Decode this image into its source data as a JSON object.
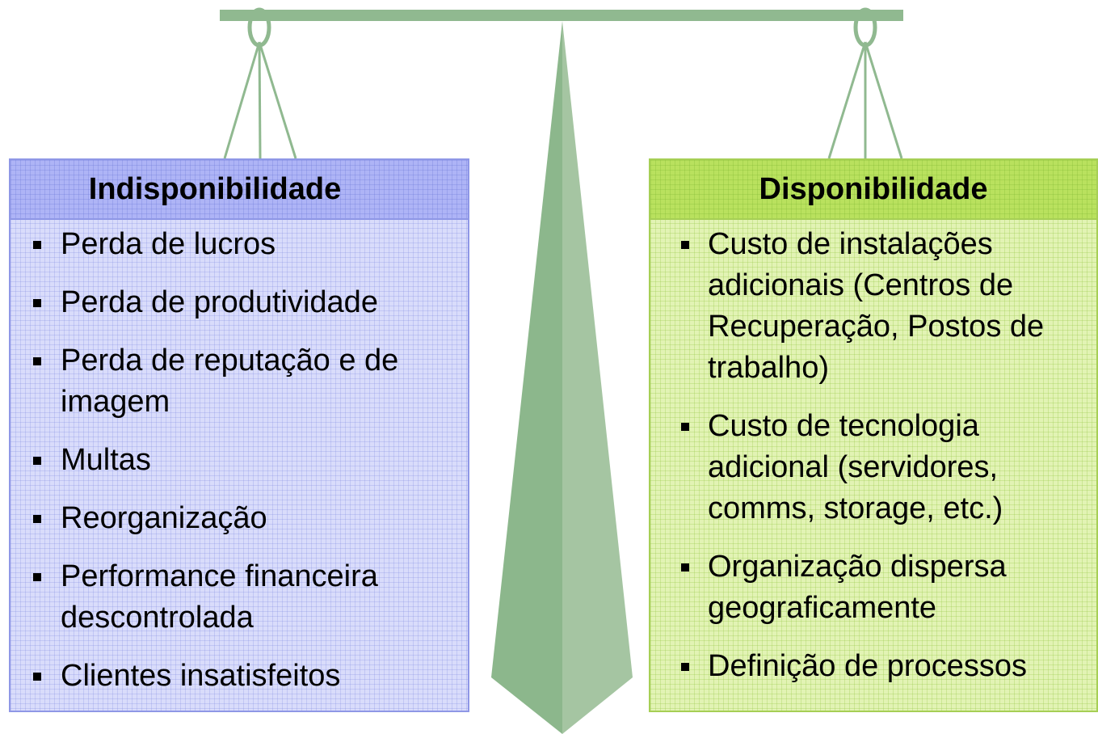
{
  "colors": {
    "left_panel_fill": "#d9dcfb",
    "left_header_fill": "#aeb4f6",
    "left_border": "#8f97e6",
    "right_panel_fill": "#e2f3b4",
    "right_header_fill": "#b9e15e",
    "right_border": "#a6cf55",
    "scale_green": "#90b990",
    "scale_green_light": "#a5c5a2"
  },
  "left_panel": {
    "title": "Indisponibilidade",
    "items": [
      "Perda de lucros",
      "Perda de produtividade",
      "Perda de reputação e de imagem",
      "Multas",
      "Reorganização",
      "Performance financeira descontrolada",
      "Clientes insatisfeitos"
    ]
  },
  "right_panel": {
    "title": "Disponibilidade",
    "items": [
      "Custo de instalações adicionais (Centros de Recuperação, Postos de trabalho)",
      "Custo de tecnologia adicional (servidores, comms, storage, etc.)",
      "Organização dispersa geograficamente",
      "Definição de processos"
    ]
  }
}
